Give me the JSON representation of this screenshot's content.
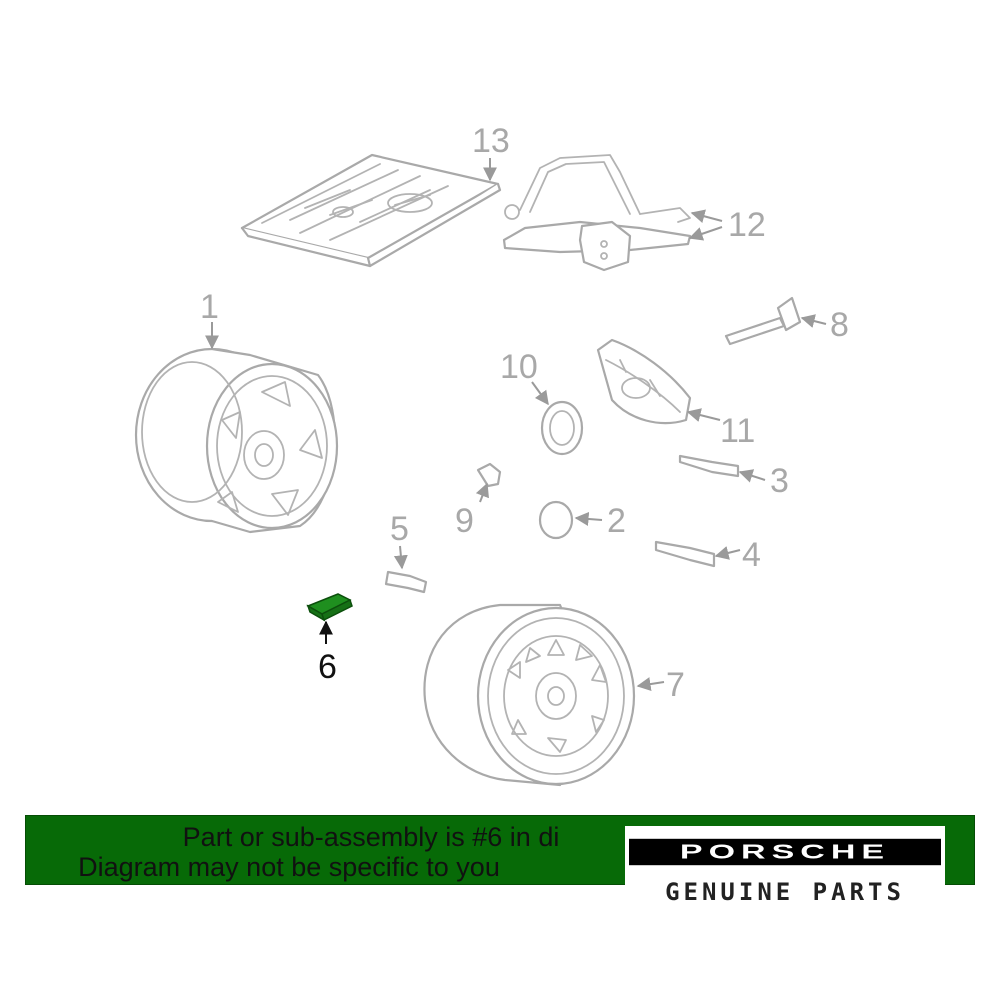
{
  "callouts": {
    "c1": "1",
    "c2": "2",
    "c3": "3",
    "c4": "4",
    "c5": "5",
    "c6": "6",
    "c7": "7",
    "c8": "8",
    "c9": "9",
    "c10": "10",
    "c11": "11",
    "c12": "12",
    "c13": "13"
  },
  "highlighted_part": "6",
  "colors": {
    "highlight_part": "#1f8f1f",
    "banner": "#076a07",
    "line_art": "#a9a9a9"
  },
  "banner": {
    "line1": "Part or sub-assembly is #6 in di",
    "line2": "Diagram may not be specific to you"
  },
  "brand": {
    "wordmark": "PORSCHE",
    "tagline": "GENUINE PARTS"
  }
}
